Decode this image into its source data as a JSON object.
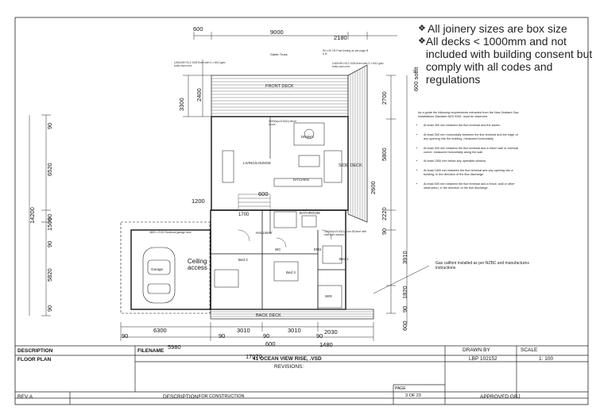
{
  "notes": {
    "lines": [
      "All joinery sizes are box size",
      "All decks < 1000mm and not included with building consent but comply with all codes and regulations"
    ],
    "guide_intro": "As a guide the following requirements extracted from the New Zealand Gas Installations Standard NZS 5261, must be observed.",
    "guide_items": [
      "At least 300 mm between the flue terminal and the eaves.",
      "At least 300 mm horizontally between the flue terminal and the edge of any opening into the building, measured horizontally.",
      "At least 300 mm between the flue terminal and a return wall or external corner, measured horizontally along the wall.",
      "At least 1500 mm below any openable window.",
      "At least 1500 mm between the flue terminal and any opening into a building, in the direction of the flue discharge.",
      "At least 500 mm between the flue terminal and a fence, wall or other obstruction, in the direction of the flue discharge."
    ],
    "gas_note": "Gas califont installed as per NZBC and manufactures instructions"
  },
  "plan": {
    "rooms": {
      "front_deck": "FRONT DECK",
      "side_deck": "SIDE DECK",
      "back_deck": "BACK DECK",
      "dining": "DINING",
      "living": "LIVING/LOUNGE",
      "kitchen": "KITCHEN",
      "hallway": "HALLWAY",
      "bathroom": "BATHROOM",
      "bed1": "Bed 1",
      "bed2": "Bed 2",
      "bed3": "Bed 3",
      "garage": "Garage",
      "ceiling_access": "Ceiling access",
      "wir": "WIR",
      "wc": "WC",
      "ens": "ENS"
    },
    "annotations": {
      "gable_truss": "Gable Truss",
      "post_footing": "50 x 50 H3 Post footing as per page B & B",
      "beam_left": "U300x90 H3.2 SG8 fixed with 2 x M12 galv bolts each end.",
      "beam_right": "U300x90 H3.2 SG8 fixed with 2 x M12 galv bolts each end.",
      "bifold": "3600(w)x2100(h) bifold doors",
      "garage_door": "4800 x 2100 Sectional garage door",
      "door_right": "1240(w)x2100(h) Door 810mm with side light window",
      "soffit": "600 soffit"
    },
    "dims": {
      "top_600": "600",
      "top_9000": "9000",
      "top_2180": "2180",
      "left_3300": "3300",
      "left_2400": "2400",
      "left_90a": "90",
      "left_6520": "6520",
      "left_90b": "90",
      "left_14200": "14200",
      "left_1500": "1500",
      "left_90c": "90",
      "left_5820": "5820",
      "left_90d": "90",
      "right_2700": "2700",
      "right_5800": "5800",
      "right_2600": "2600",
      "right_2220": "2220",
      "right_90": "90",
      "right_3910": "3910",
      "right_1820": "1820",
      "right_90b": "90",
      "right_600": "600",
      "mid_1200": "1200",
      "mid_600": "600",
      "mid_1700": "1700",
      "bot_6300": "6300",
      "bot_3010a": "3010",
      "bot_3010b": "3010",
      "bot_90a": "90",
      "bot_90b": "90",
      "bot_90c": "90",
      "bot_90d": "90",
      "bot_5980": "5980",
      "bot_600": "600",
      "bot_2030": "2030",
      "bot_1480": "1480",
      "bot_17070": "17070"
    }
  },
  "title_block": {
    "description_label": "DESCRIPTION",
    "description_value": "FLOOR PLAN",
    "filename_label": "FILENAME",
    "filename_value": "41 OCEAN VIEW RISE, .VSD",
    "revisions_label": "REVISIONS:",
    "rev": "REV A",
    "rev_desc_label": "DESCRIPTION:",
    "rev_desc_value": "FOR CONSTRUCTION",
    "drawn_by_label": "DRAWN BY",
    "drawn_by_value": "LBP 102152",
    "scale_label": "SCALE",
    "scale_value": "1: 100",
    "page_label": "PAGE",
    "page_value": "3 OF 23",
    "approved": "APPROVED GBJ"
  }
}
